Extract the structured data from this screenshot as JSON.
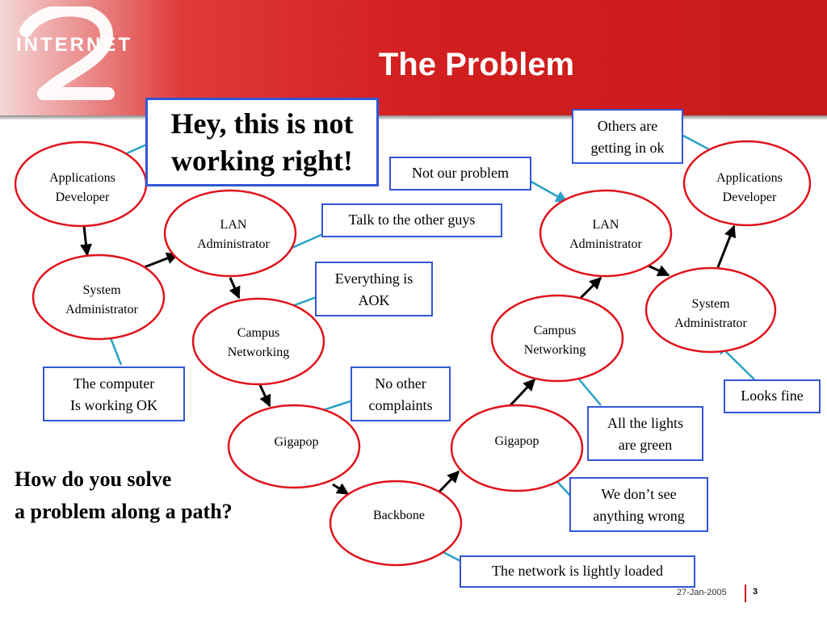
{
  "header": {
    "logo_text": "INTERNET",
    "logo_numeral": "2",
    "title": "The Problem"
  },
  "headline_callout": {
    "line1": "Hey, this is not",
    "line2": "working right!"
  },
  "nodes": {
    "app_dev_left": [
      "Applications",
      "Developer"
    ],
    "sys_admin_left": [
      "System",
      "Administrator"
    ],
    "lan_admin_left": [
      "LAN",
      "Administrator"
    ],
    "campus_left": [
      "Campus",
      "Networking"
    ],
    "gigapop_left": [
      "Gigapop"
    ],
    "backbone": [
      "Backbone"
    ],
    "gigapop_right": [
      "Gigapop"
    ],
    "campus_right": [
      "Campus",
      "Networking"
    ],
    "lan_admin_right": [
      "LAN",
      "Administrator"
    ],
    "sys_admin_right": [
      "System",
      "Administrator"
    ],
    "app_dev_right": [
      "Applications",
      "Developer"
    ]
  },
  "callouts": {
    "computer_ok": [
      "The computer",
      "Is working OK"
    ],
    "talk_to_others": [
      "Talk to the other guys"
    ],
    "everything_aok": [
      "Everything is",
      "AOK"
    ],
    "no_complaints": [
      "No other",
      "complaints"
    ],
    "not_our_problem": [
      "Not our problem"
    ],
    "others_ok": [
      "Others are",
      "getting in ok"
    ],
    "looks_fine": [
      "Looks fine"
    ],
    "lights_green": [
      "All the lights",
      "are green"
    ],
    "nothing_wrong": [
      "We don’t see",
      "anything wrong"
    ],
    "lightly_loaded": [
      "The network is lightly loaded"
    ]
  },
  "question": {
    "line1": "How do you solve",
    "line2": "a problem along a path?"
  },
  "footer": {
    "date": "27-Jan-2005",
    "page": "3"
  },
  "colors": {
    "header_red": "#c81a1a",
    "node_outline": "#e0131b",
    "callout_border": "#3256d6",
    "pointer_line": "#2aa1c6",
    "arrow": "#000000"
  }
}
